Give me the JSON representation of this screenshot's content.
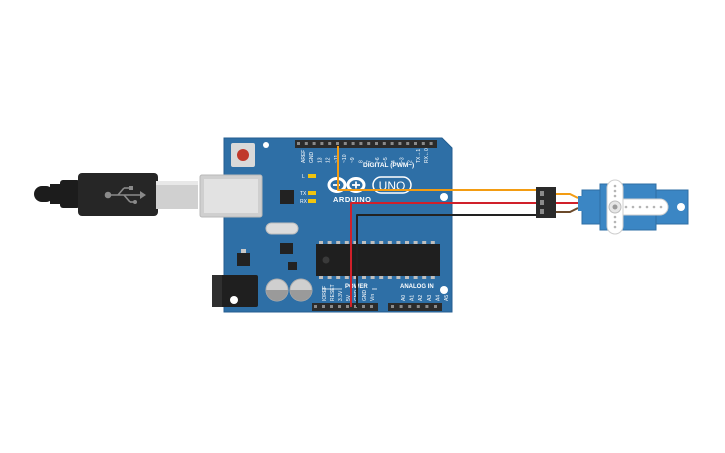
{
  "colors": {
    "board": "#2e6fa6",
    "board_edge": "#245e90",
    "header": "#2b2b2b",
    "wire_signal": "#f39c12",
    "wire_power": "#d0202a",
    "wire_ground": "#222222",
    "servo_body": "#3b86c4",
    "usb_cable": "#1c1c1c",
    "usb_plug": "#d9d9d9"
  },
  "board": {
    "brand": "ARDUINO",
    "model": "UNO",
    "digital_label": "DIGITAL (PWM~)",
    "power_label": "POWER",
    "analog_label": "ANALOG IN",
    "led_l": "L",
    "led_tx": "TX",
    "led_rx": "RX",
    "top_pins": [
      "AREF",
      "GND",
      "13",
      "12",
      "~11",
      "~10",
      "~9",
      "8",
      "7",
      "~6",
      "~5",
      "4",
      "~3",
      "2",
      "TX→1",
      "RX←0"
    ],
    "power_pins": [
      "IOREF",
      "RESET",
      "3.3V",
      "5V",
      "GND",
      "GND",
      "Vin"
    ],
    "analog_pins": [
      "A0",
      "A1",
      "A2",
      "A3",
      "A4",
      "A5"
    ]
  },
  "icons": {
    "usb": "usb-trident-icon",
    "infinity": "arduino-infinity-logo"
  }
}
